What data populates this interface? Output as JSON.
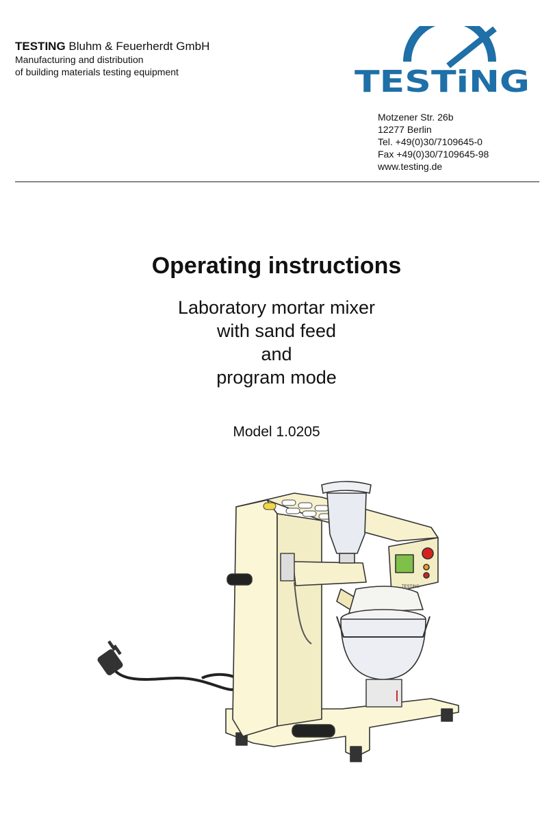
{
  "header": {
    "company_bold": "TESTING",
    "company_rest": " Bluhm & Feuerherdt GmbH",
    "tagline_1": "Manufacturing and distribution",
    "tagline_2": "of building materials testing equipment",
    "logo_text": "TESTiNG",
    "logo_color": "#1f6fa8"
  },
  "address": {
    "street": "Motzener Str. 26b",
    "city": "12277 Berlin",
    "tel": "Tel. +49(0)30/7109645-0",
    "fax": "Fax +49(0)30/7109645-98",
    "web": "www.testing.de"
  },
  "cover": {
    "title": "Operating instructions",
    "subtitle_1": "Laboratory mortar mixer",
    "subtitle_2": "with sand feed",
    "subtitle_3": "and",
    "subtitle_4": "program mode",
    "model": "Model 1.0205"
  },
  "illustration": {
    "machine_label": "TESTING"
  }
}
